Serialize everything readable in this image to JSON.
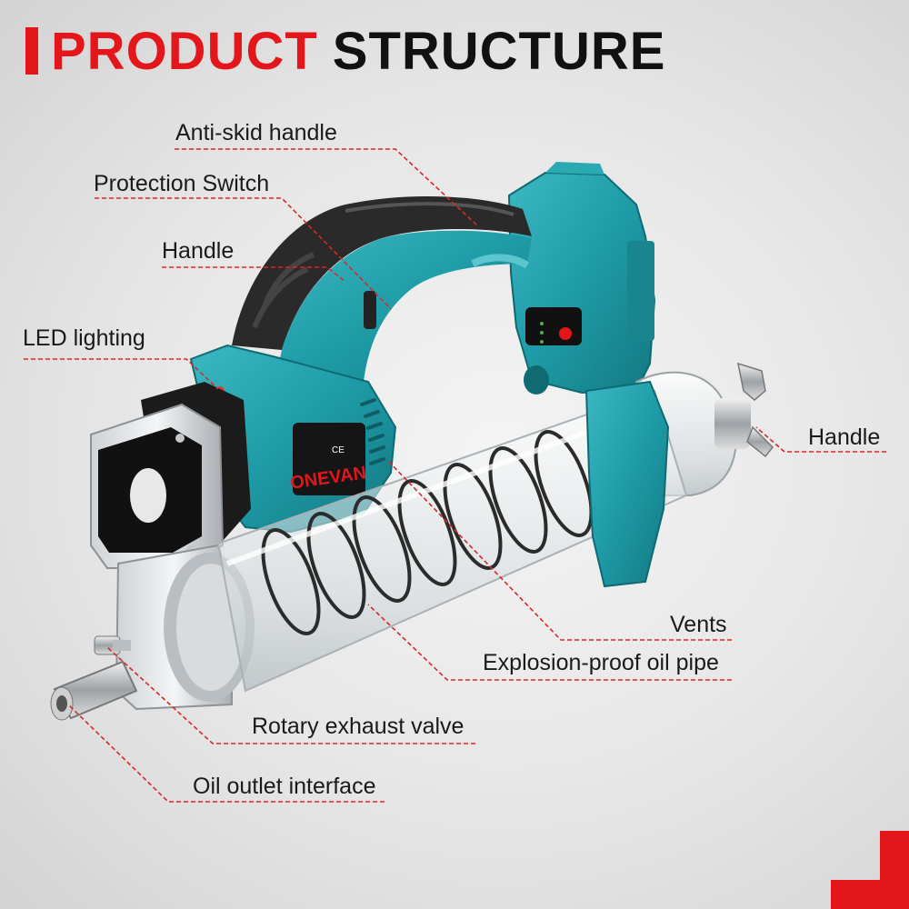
{
  "title": {
    "word1": "PRODUCT",
    "word2": "STRUCTURE"
  },
  "brand": {
    "logo_text": "ONEVAN",
    "ce_mark": "CE"
  },
  "labels": {
    "anti_skid_handle": "Anti-skid handle",
    "protection_switch": "Protection Switch",
    "handle_top": "Handle",
    "led_lighting": "LED lighting",
    "handle_right": "Handle",
    "vents": "Vents",
    "explosion_proof_oil_pipe": "Explosion-proof oil pipe",
    "rotary_exhaust_valve": "Rotary exhaust valve",
    "oil_outlet_interface": "Oil outlet interface"
  },
  "colors": {
    "accent": "#e2161b",
    "body": "#1e9ba6",
    "text": "#1a1a1a"
  }
}
